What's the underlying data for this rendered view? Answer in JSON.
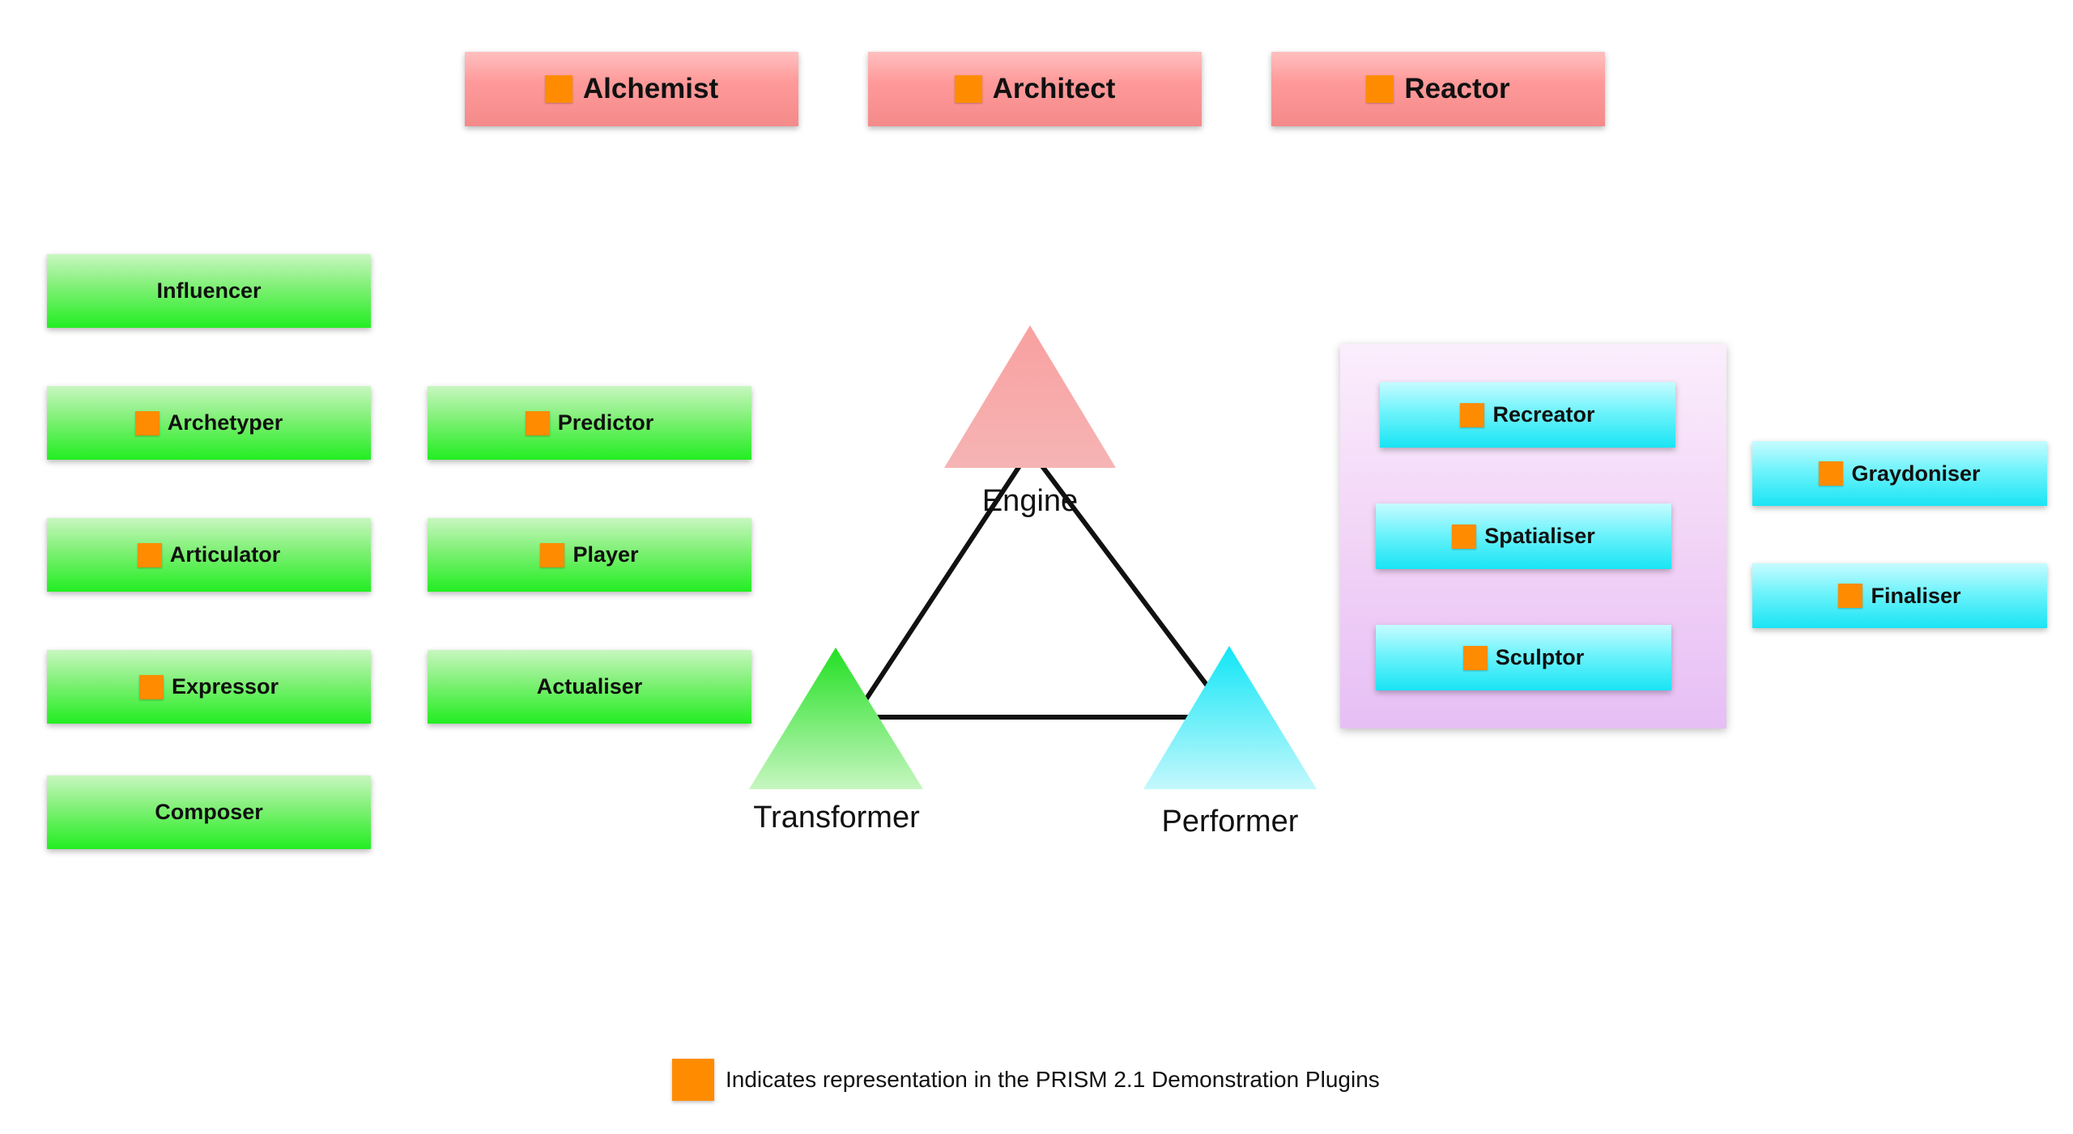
{
  "top_roles": [
    {
      "label": "Alchemist",
      "marked": true
    },
    {
      "label": "Architect",
      "marked": true
    },
    {
      "label": "Reactor",
      "marked": true
    }
  ],
  "transformer_roles": [
    {
      "label": "Influencer",
      "marked": false
    },
    {
      "label": "Archetyper",
      "marked": true
    },
    {
      "label": "Articulator",
      "marked": true
    },
    {
      "label": "Expressor",
      "marked": true
    },
    {
      "label": "Composer",
      "marked": false
    },
    {
      "label": "Predictor",
      "marked": true
    },
    {
      "label": "Player",
      "marked": true
    },
    {
      "label": "Actualiser",
      "marked": false
    }
  ],
  "performer_roles": [
    {
      "label": "Recreator",
      "marked": true
    },
    {
      "label": "Spatialiser",
      "marked": true
    },
    {
      "label": "Sculptor",
      "marked": true
    }
  ],
  "side_roles": [
    {
      "label": "Graydoniser",
      "marked": true
    },
    {
      "label": "Finaliser",
      "marked": true
    }
  ],
  "triangle": {
    "engine": "Engine",
    "transformer": "Transformer",
    "performer": "Performer"
  },
  "legend": {
    "text": "Indicates representation in the PRISM 2.1 Demonstration Plugins",
    "marker_color": "#ff8c00"
  },
  "colors": {
    "engine": "#f79a9a",
    "transformer": "#44ec44",
    "performer": "#2ae9f7",
    "marker": "#ff8c00"
  }
}
